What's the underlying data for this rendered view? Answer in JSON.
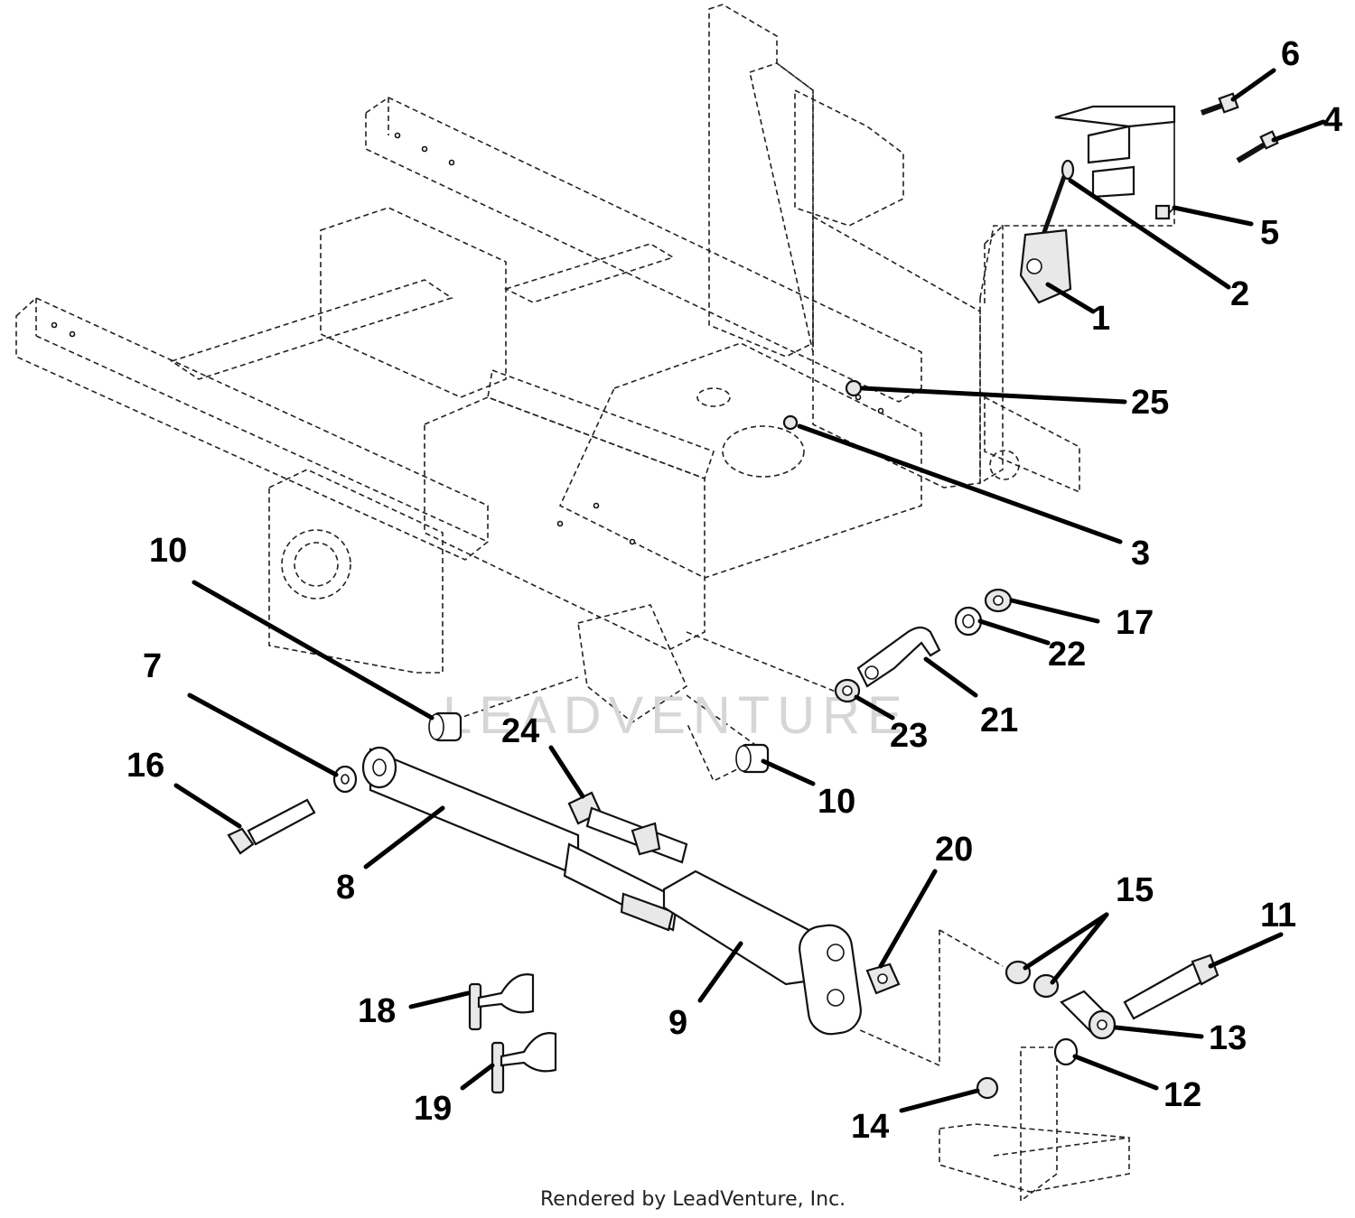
{
  "watermark": "LEADVENTURE",
  "credit": "Rendered by LeadVenture, Inc.",
  "callouts": [
    {
      "id": "1",
      "text": "1"
    },
    {
      "id": "2",
      "text": "2"
    },
    {
      "id": "3",
      "text": "3"
    },
    {
      "id": "4",
      "text": "4"
    },
    {
      "id": "5",
      "text": "5"
    },
    {
      "id": "6",
      "text": "6"
    },
    {
      "id": "7",
      "text": "7"
    },
    {
      "id": "8",
      "text": "8"
    },
    {
      "id": "9",
      "text": "9"
    },
    {
      "id": "10a",
      "text": "10"
    },
    {
      "id": "10b",
      "text": "10"
    },
    {
      "id": "11",
      "text": "11"
    },
    {
      "id": "12",
      "text": "12"
    },
    {
      "id": "13",
      "text": "13"
    },
    {
      "id": "14",
      "text": "14"
    },
    {
      "id": "15",
      "text": "15"
    },
    {
      "id": "16",
      "text": "16"
    },
    {
      "id": "17",
      "text": "17"
    },
    {
      "id": "18",
      "text": "18"
    },
    {
      "id": "19",
      "text": "19"
    },
    {
      "id": "20",
      "text": "20"
    },
    {
      "id": "21",
      "text": "21"
    },
    {
      "id": "22",
      "text": "22"
    },
    {
      "id": "23",
      "text": "23"
    },
    {
      "id": "24",
      "text": "24"
    },
    {
      "id": "25",
      "text": "25"
    }
  ]
}
